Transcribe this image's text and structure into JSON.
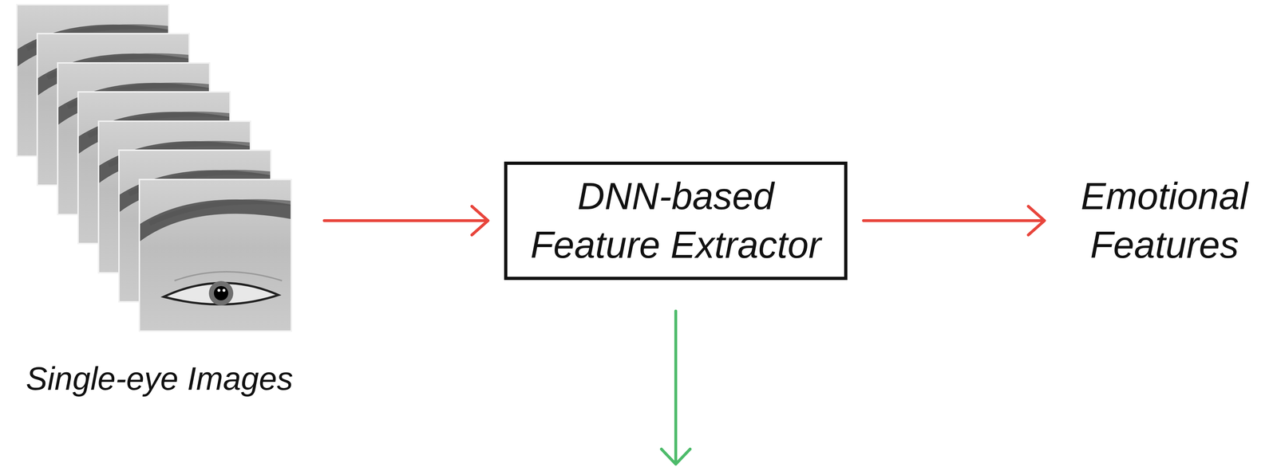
{
  "diagram": {
    "nodes": [
      {
        "text": [
          "Single-eye Images"
        ]
      },
      {
        "text": [
          "DNN-based Feature Extractor"
        ]
      },
      {
        "text": [
          "Emotional Features"
        ]
      }
    ],
    "edges": [
      {
        "from": 0,
        "to": 1,
        "arrow": "to"
      },
      {
        "from": 1,
        "to": 2,
        "arrow": "to"
      }
    ]
  }
}
